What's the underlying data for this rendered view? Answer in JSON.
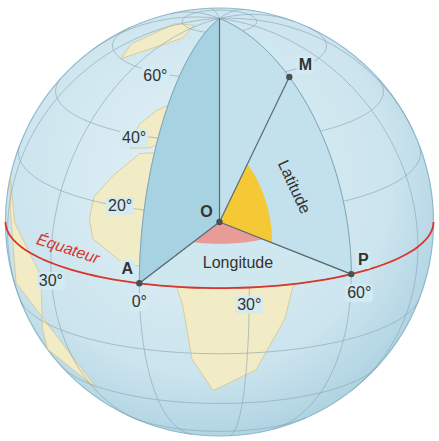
{
  "diagram": {
    "labels": [
      "60°",
      "40°",
      "20°",
      "M",
      "O",
      "Latitude",
      "Équateur",
      "A",
      "Longitude",
      "P",
      "30°",
      "0°",
      "30°",
      "60°"
    ]
  }
}
